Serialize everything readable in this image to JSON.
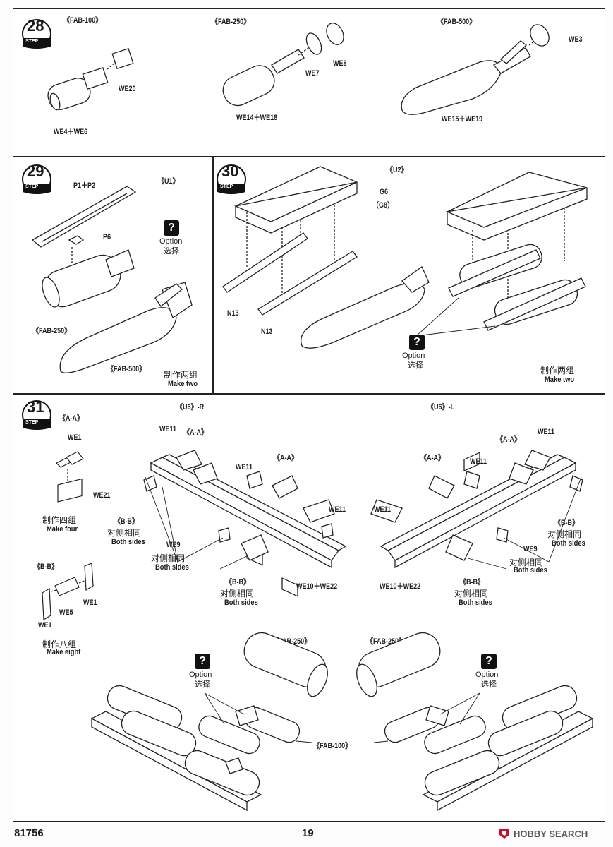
{
  "steps": {
    "s28": {
      "number": "28",
      "word": "STEP",
      "fab100": "《FAB-100》",
      "we20": "WE20",
      "we4we6": "WE4＋WE6",
      "fab250": "《FAB-250》",
      "we7": "WE7",
      "we8": "WE8",
      "we14we18": "WE14＋WE18",
      "fab500": "《FAB-500》",
      "we3": "WE3",
      "we15we19": "WE15＋WE19"
    },
    "s29": {
      "number": "29",
      "word": "STEP",
      "u1": "《U1》",
      "p1p2": "P1＋P2",
      "p6": "P6",
      "option": "Option",
      "option_cn": "选择",
      "fab250": "《FAB-250》",
      "fab500": "《FAB-500》",
      "cn": "制作两组",
      "en": "Make two"
    },
    "s30": {
      "number": "30",
      "word": "STEP",
      "u2": "《U2》",
      "g6": "G6",
      "g8": "（G8）",
      "n13a": "N13",
      "n13b": "N13",
      "option": "Option",
      "option_cn": "选择",
      "cn": "制作两组",
      "en": "Make two"
    },
    "s31": {
      "number": "31",
      "word": "STEP",
      "aa": "《A-A》",
      "we1": "WE1",
      "we21": "WE21",
      "make_four_cn": "制作四组",
      "make_four_en": "Make four",
      "bb": "《B-B》",
      "we5": "WE5",
      "we1b": "WE1",
      "we1c": "WE1",
      "make_eight_cn": "制作八组",
      "make_eight_en": "Make eight",
      "u6r": "《U6》-R",
      "u6l": "《U6》-L",
      "we11": "WE11",
      "we9": "WE9",
      "both_cn": "对侧相同",
      "both_en": "Both sides",
      "we10we22": "WE10＋WE22",
      "fab250": "《FAB-250》",
      "fab100": "《FAB-100》",
      "option": "Option",
      "option_cn": "选择"
    }
  },
  "footer": {
    "code": "81756",
    "page": "19",
    "watermark": "HOBBY SEARCH"
  }
}
